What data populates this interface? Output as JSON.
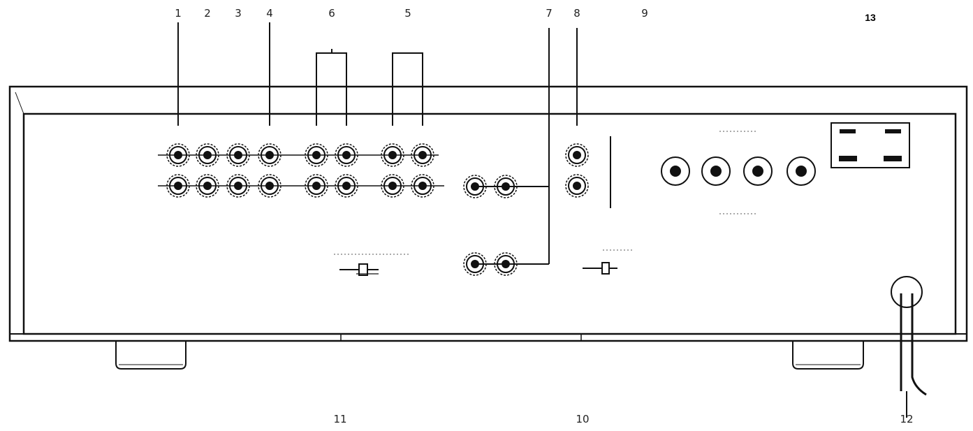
{
  "callouts": {
    "c1": "1",
    "c2": "2",
    "c3": "3",
    "c4": "4",
    "c6": "6",
    "c5": "5",
    "c7": "7",
    "c8": "8",
    "c9": "9",
    "c13": "13",
    "c11": "11",
    "c10": "10",
    "c12": "12"
  }
}
